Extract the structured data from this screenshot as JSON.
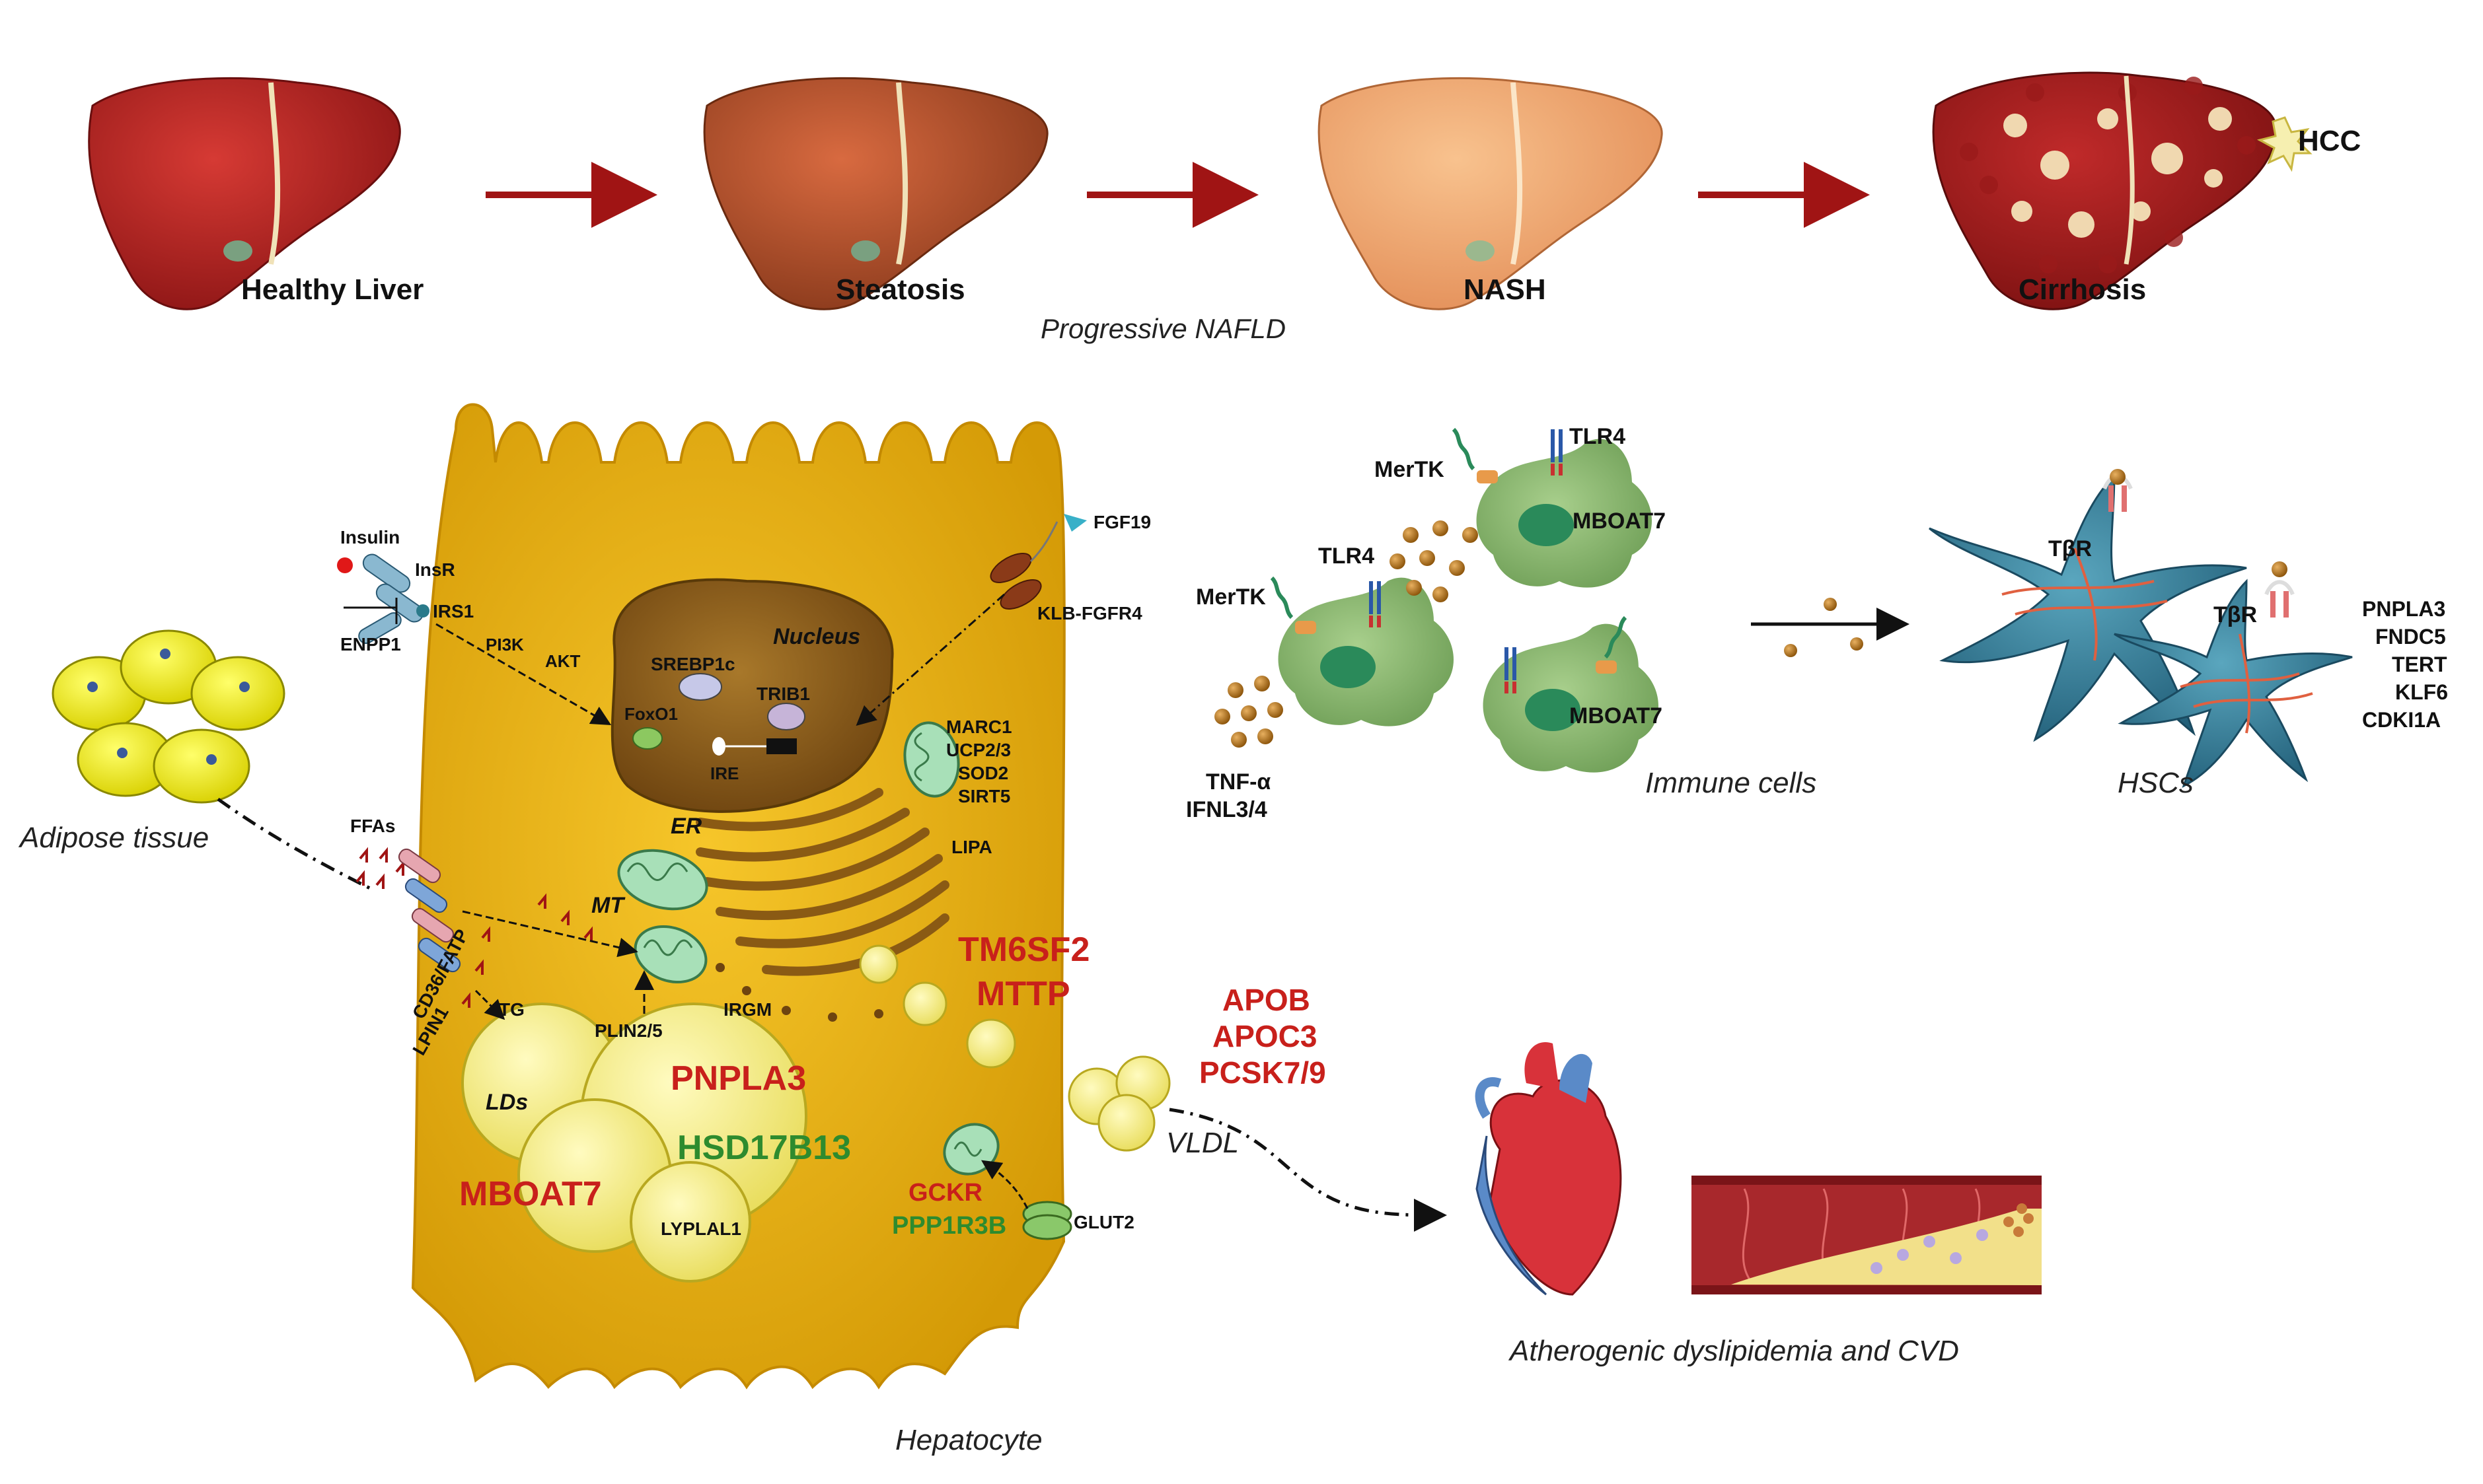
{
  "progression": {
    "stages": [
      "Healthy Liver",
      "Steatosis",
      "NASH",
      "Cirrhosis"
    ],
    "hcc": "HCC",
    "caption": "Progressive NAFLD"
  },
  "hepatocyte": {
    "caption": "Hepatocyte",
    "nucleus": "Nucleus",
    "srebp": "SREBP1c",
    "trib1": "TRIB1",
    "foxo1": "FoxO1",
    "ire": "IRE",
    "er": "ER",
    "mt": "MT",
    "lds": "LDs",
    "insulin": "Insulin",
    "insr": "InsR",
    "irs1": "IRS1",
    "pi3k": "PI3K",
    "akt": "AKT",
    "enpp1": "ENPP1",
    "fgf19": "FGF19",
    "klb": "KLB-FGFR4",
    "mito_genes": [
      "MARC1",
      "UCP2/3",
      "SOD2",
      "SIRT5"
    ],
    "lipa": "LIPA",
    "irgm": "IRGM",
    "ffas": "FFAs",
    "cd36": "CD36/FATP",
    "lpin1": "LPIN1",
    "tg": "TG",
    "plin": "PLIN2/5",
    "pnpla3": "PNPLA3",
    "hsd17b13": "HSD17B13",
    "mboat7": "MBOAT7",
    "lyplal1": "LYPLAL1",
    "tm6sf2": "TM6SF2",
    "mttp": "MTTP",
    "gckr": "GCKR",
    "ppp1r3b": "PPP1R3B",
    "glut2": "GLUT2"
  },
  "adipose": {
    "caption": "Adipose tissue"
  },
  "vldl": {
    "genes": [
      "APOB",
      "APOC3",
      "PCSK7/9"
    ],
    "caption": "VLDL"
  },
  "cvd": {
    "caption": "Atherogenic dyslipidemia and CVD"
  },
  "immune": {
    "caption": "Immune cells",
    "labels": {
      "mertk": "MerTK",
      "tlr4": "TLR4",
      "mboat7": "MBOAT7"
    },
    "cytokines": [
      "TNF-α",
      "IFNL3/4"
    ]
  },
  "hsc": {
    "caption": "HSCs",
    "receptor": "TβR",
    "genes": [
      "PNPLA3",
      "FNDC5",
      "TERT",
      "KLF6",
      "CDKI1A"
    ]
  },
  "colors": {
    "hepatocyte": "#e8b210",
    "nucleus": "#8a5a14",
    "red_genes": "#c8201b",
    "green_genes": "#2e8b2e",
    "arrow": "#a01414"
  }
}
